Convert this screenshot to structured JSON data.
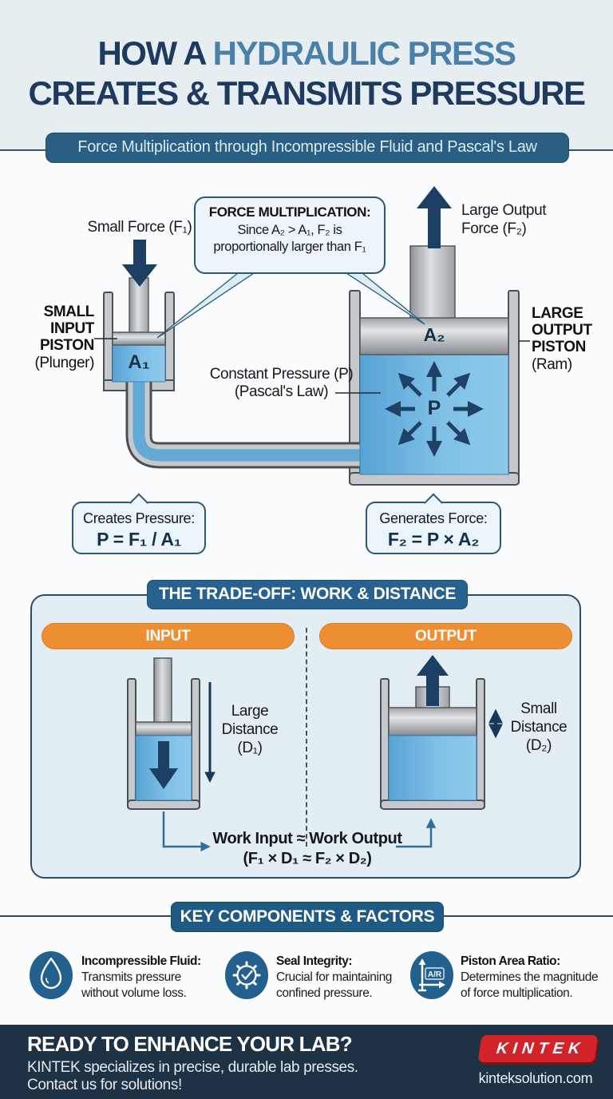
{
  "colors": {
    "navy": "#1E3A5F",
    "steel_blue": "#4B80A8",
    "banner_blue": "#2A5E82",
    "orange": "#EE8E33",
    "panel_blue": "#E2EDF4",
    "fluid_blue": "#63A9D6",
    "arrow_navy": "#1C4266",
    "icon_blue": "#24608D",
    "footer_navy": "#1E3246",
    "brand_red": "#D2232A"
  },
  "header": {
    "title_part1": "HOW A ",
    "title_part2": "HYDRAULIC PRESS",
    "title_line2": "CREATES & TRANSMITS PRESSURE",
    "subtitle": "Force Multiplication through Incompressible Fluid and Pascal's Law"
  },
  "diagram": {
    "small_force_label": "Small Force (F₁)",
    "large_force_label": "Large Output\nForce (F₂)",
    "callout": {
      "title": "FORCE MULTIPLICATION:",
      "body": "Since A₂ > A₁, F₂ is\nproportionally larger than F₁"
    },
    "small_piston": {
      "name": "SMALL\nINPUT\nPISTON",
      "sub": "(Plunger)"
    },
    "large_piston": {
      "name": "LARGE\nOUTPUT\nPISTON",
      "sub": "(Ram)"
    },
    "pressure_label": "Constant Pressure (P)\n(Pascal's Law)",
    "area_small": "A₁",
    "area_large": "A₂",
    "pressure_symbol": "P",
    "formula_left": {
      "caption": "Creates Pressure:",
      "formula": "P = F₁ / A₁"
    },
    "formula_right": {
      "caption": "Generates Force:",
      "formula": "F₂ = P × A₂"
    }
  },
  "tradeoff": {
    "title": "THE TRADE-OFF: WORK & DISTANCE",
    "input_label": "INPUT",
    "output_label": "OUTPUT",
    "large_distance": "Large\nDistance\n(D₁)",
    "small_distance": "Small\nDistance\n(D₂)",
    "work_line1": "Work Input ≈ Work Output",
    "work_line2": "(F₁ × D₁ ≈ F₂ × D₂)"
  },
  "components": {
    "title": "KEY COMPONENTS & FACTORS",
    "items": [
      {
        "icon": "droplet-icon",
        "title": "Incompressible Fluid:",
        "desc": "Transmits pressure\nwithout volume loss."
      },
      {
        "icon": "gear-check-icon",
        "title": "Seal Integrity:",
        "desc": "Crucial for maintaining\nconfined pressure."
      },
      {
        "icon": "area-ratio-icon",
        "icon_label": "A/R",
        "title": "Piston Area Ratio:",
        "desc": "Determines the magnitude\nof force multiplication."
      }
    ]
  },
  "footer": {
    "headline": "READY TO ENHANCE YOUR LAB?",
    "line1": "KINTEK specializes in precise, durable lab presses.",
    "line2": "Contact us for solutions!",
    "brand": "KINTEK",
    "website": "kinteksolution.com"
  }
}
